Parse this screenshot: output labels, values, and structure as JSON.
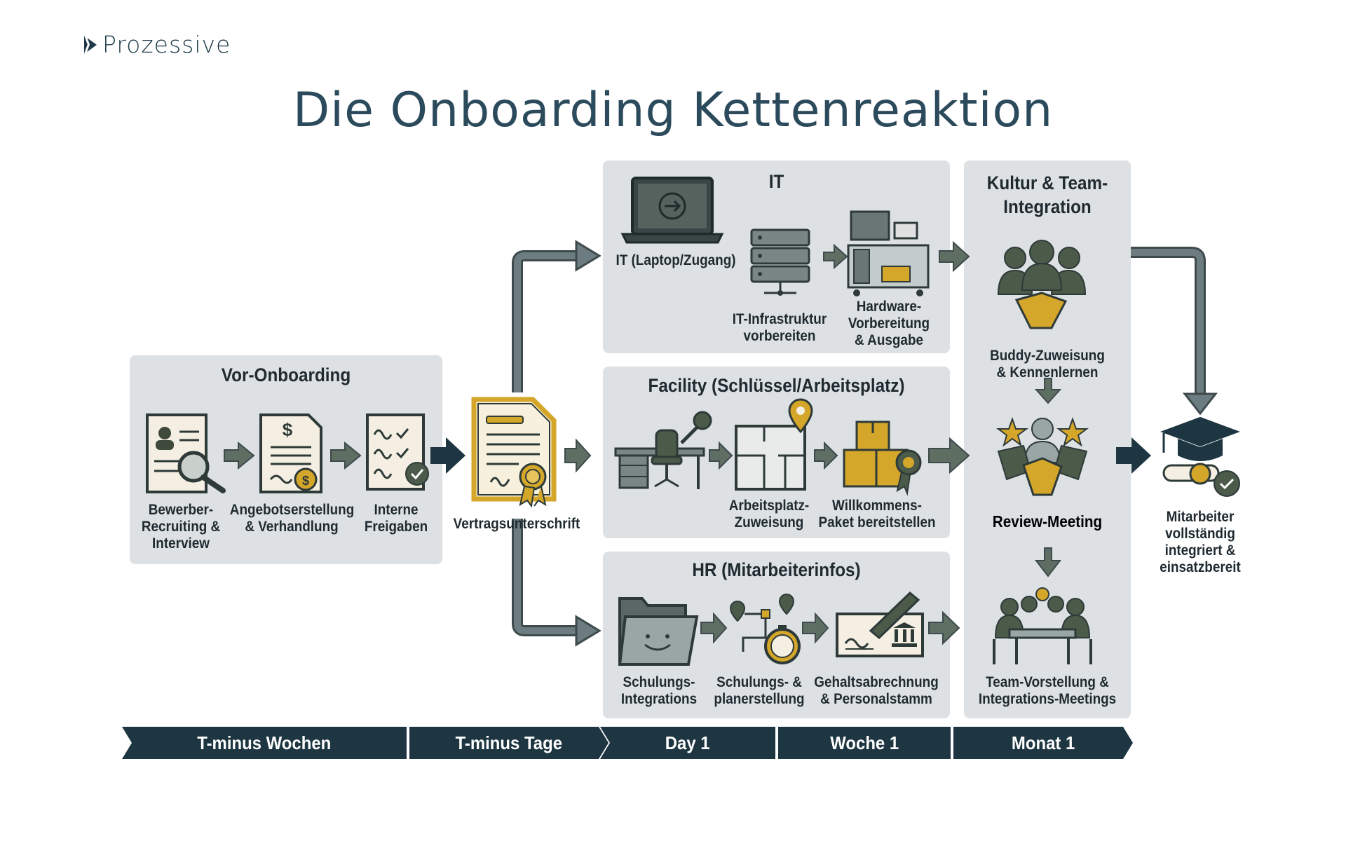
{
  "brand": {
    "name": "Prozessive"
  },
  "title": "Die Onboarding Kettenreaktion",
  "panels": {
    "pre": {
      "title": "Vor-Onboarding",
      "steps": [
        "Bewerber-\nRecruiting &\nInterview",
        "Angebotserstellung\n& Verhandlung",
        "Interne\nFreigaben"
      ]
    },
    "contract": {
      "label": "Vertragsunterschrift"
    },
    "it": {
      "title": "IT",
      "steps": [
        "IT (Laptop/Zugang)",
        "IT-Infrastruktur\nvorbereiten",
        "Hardware-\nVorbereitung\n& Ausgabe"
      ]
    },
    "facility": {
      "title": "Facility (Schlüssel/Arbeitsplatz)",
      "steps": [
        "Arbeitsplatz-\nZuweisung",
        "Willkommens-\nPaket bereitstellen"
      ]
    },
    "hr": {
      "title": "HR (Mitarbeiterinfos)",
      "steps": [
        "Schulungs-\nIntegrations",
        "Schulungs- &\nplanerstellung",
        "Gehaltsabrechnung\n& Personalstamm"
      ]
    },
    "culture": {
      "title": "Kultur & Team-\nIntegration",
      "steps": [
        "Buddy-Zuweisung\n& Kennenlernen",
        "Review-Meeting",
        "Team-Vorstellung &\nIntegrations-Meetings"
      ]
    },
    "result": {
      "label": "Mitarbeiter\nvollständig\nintegriert &\neinsatzbereit"
    }
  },
  "timeline": [
    "T-minus Wochen",
    "T-minus Tage",
    "Day 1",
    "Woche 1",
    "Monat 1"
  ],
  "colors": {
    "panel": "#dde1e4",
    "arrow": "#5a6b6e",
    "arrow_dark": "#1d3642",
    "gold": "#d4a62a",
    "olive": "#4c5a4a",
    "navy": "#1d3642"
  }
}
